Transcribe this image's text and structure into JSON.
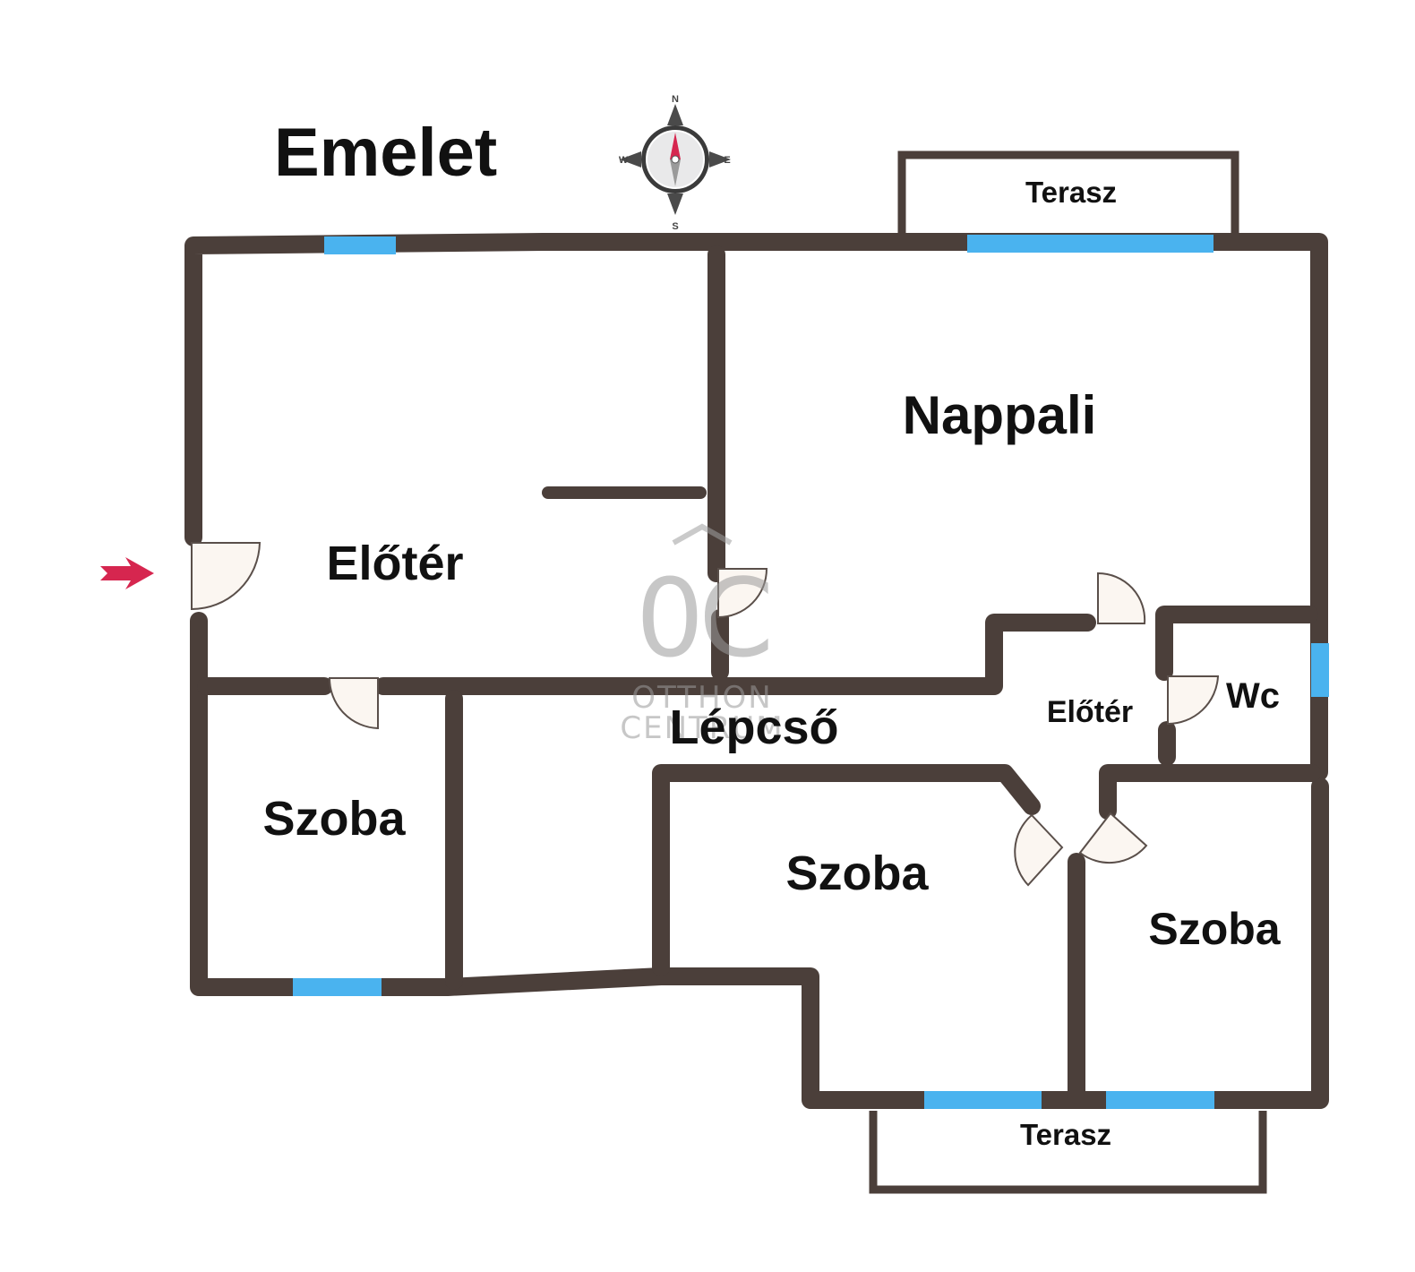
{
  "title": "Emelet",
  "compass": {
    "n": "N",
    "e": "E",
    "s": "S",
    "w": "W"
  },
  "watermark": {
    "brand": "OTTHON CENTRUM"
  },
  "rooms": {
    "terrace_top": "Terasz",
    "living_room": "Nappali",
    "hall_main": "Előtér",
    "hall_small": "Előtér",
    "wc": "Wc",
    "staircase": "Lépcső",
    "room_left": "Szoba",
    "room_middle": "Szoba",
    "room_right": "Szoba",
    "terrace_bottom": "Terasz"
  },
  "colors": {
    "wall": "#4b3f3a",
    "window": "#4ab3ef",
    "door_fill": "#fbf6f1",
    "entry_arrow": "#d6264f"
  },
  "icons": [
    "compass-icon",
    "entry-arrow-icon",
    "door-swing-icon",
    "window-icon"
  ]
}
